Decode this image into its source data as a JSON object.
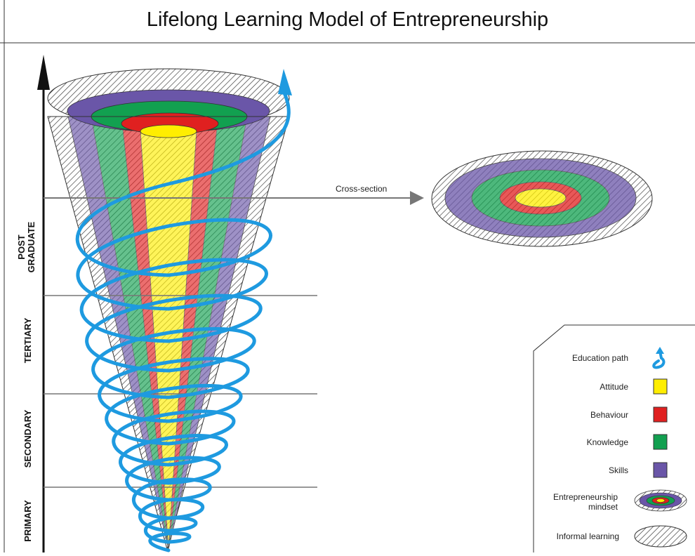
{
  "title": "Lifelong Learning Model of Entrepreneurship",
  "stages": {
    "post_graduate": [
      "POST",
      "GRADUATE"
    ],
    "tertiary": "TERTIARY",
    "secondary": "SECONDARY",
    "primary": "PRIMARY"
  },
  "cross_section_label": "Cross-section",
  "legend": {
    "education_path": "Education path",
    "attitude": "Attitude",
    "behaviour": "Behaviour",
    "knowledge": "Knowledge",
    "skills": "Skills",
    "mindset": [
      "Entrepreneurship",
      "mindset"
    ],
    "informal": "Informal learning"
  },
  "colors": {
    "attitude": "#ffee00",
    "behaviour": "#e02020",
    "knowledge": "#12a050",
    "skills": "#6a56a8",
    "education_path": "#1e9ae0",
    "informal": "#ffffff"
  }
}
